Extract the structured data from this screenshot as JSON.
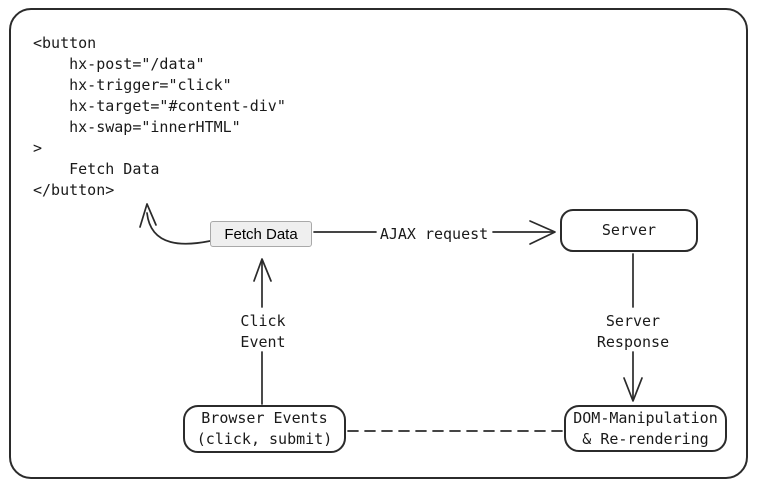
{
  "diagram": {
    "code_snippet": {
      "text": "<button\n    hx-post=\"/data\"\n    hx-trigger=\"click\"\n    hx-target=\"#content-div\"\n    hx-swap=\"innerHTML\"\n>\n    Fetch Data\n</button>"
    },
    "fetch_button": {
      "label": "Fetch Data"
    },
    "nodes": {
      "server": "Server",
      "browser_events": "Browser Events\n(click, submit)",
      "dom_manipulation": "DOM-Manipulation\n& Re-rendering"
    },
    "edge_labels": {
      "ajax_request": "AJAX request",
      "click_event": "Click\nEvent",
      "server_response": "Server\nResponse"
    }
  },
  "colors": {
    "stroke": "#2b2b2b",
    "text": "#1a1a1a",
    "background": "#ffffff",
    "button_bg": "#efefef",
    "button_border": "#a9a9a9"
  }
}
